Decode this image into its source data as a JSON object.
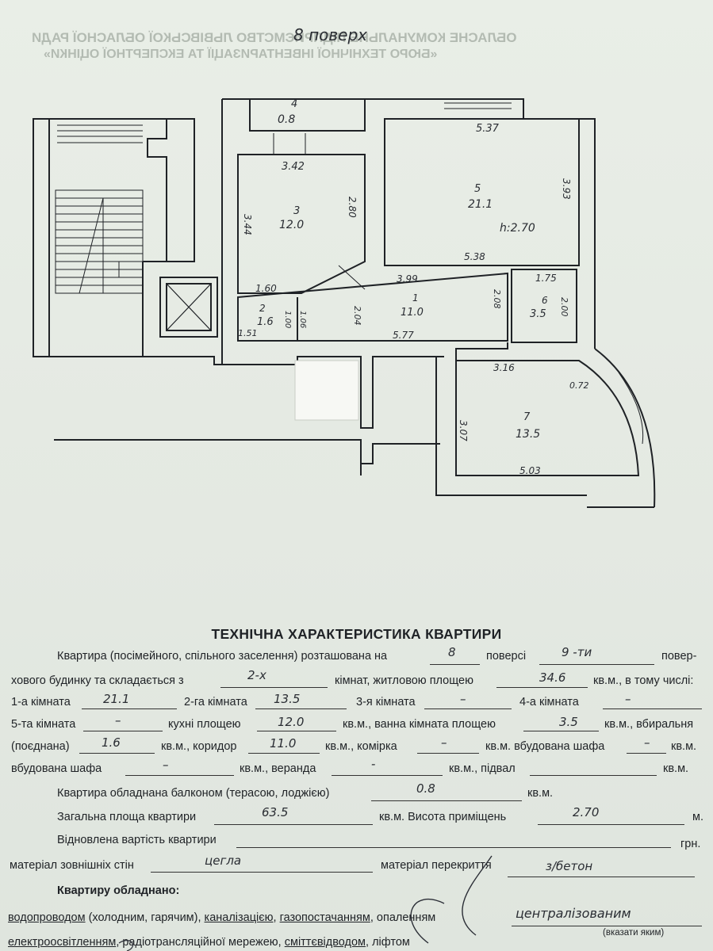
{
  "ghost": {
    "line1": "ОБЛАСНЕ КОМУНАЛЬНЕ ПІДПРИЄМСТВО ЛЬВІВСЬКОЇ ОБЛАСНОЇ РАДИ",
    "line2": "«БЮРО ТЕХНІЧНОЇ ІНВЕНТАРИЗАЦІЇ ТА ЕКСПЕРТНОЇ ОЦІНКИ»"
  },
  "plan": {
    "floor_heading": "8 поверх",
    "labels": {
      "r4num": "4",
      "r4a": "0.8",
      "d342": "3.42",
      "r3num": "3",
      "r3a": "12.0",
      "d344": "3.44",
      "d280": "2.80",
      "d160": "1.60",
      "d537": "5.37",
      "r5num": "5",
      "r5a": "21.1",
      "h270": "h:2.70",
      "d393": "3.93",
      "d538": "5.38",
      "d399": "3.99",
      "d175": "1.75",
      "r6num": "6",
      "r6a": "3.5",
      "d200": "2.00",
      "d208": "2.08",
      "r1num": "1",
      "r1a": "11.0",
      "d204": "2.04",
      "d577": "5.77",
      "r2num": "2",
      "r2a": "1.6",
      "d151": "1.51",
      "d100": "1.00",
      "d106": "1.06",
      "d316": "3.16",
      "d072": "0.72",
      "r7num": "7",
      "r7a": "13.5",
      "d307": "3.07",
      "d503": "5.03"
    }
  },
  "form": {
    "title": "ТЕХНІЧНА ХАРАКТЕРИСТИКА КВАРТИРИ",
    "row1_a": "Квартира (посімейного, спільного заселення) розташована на",
    "floor_value": "8",
    "row1_b": "поверсі",
    "storeys_value": "9 -ти",
    "row1_c": "повер-",
    "row2_a": "хового будинку та складається з",
    "rooms_value": "2-х",
    "row2_b": "кімнат, житловою площею",
    "living_area_value": "34.6",
    "row2_c": "кв.м., в тому числі:",
    "room1_label": "1-а кімната",
    "room1_value": "21.1",
    "room2_label": "2-га кімната",
    "room2_value": "13.5",
    "room3_label": "3-я кімната",
    "room3_value": "–",
    "room4_label": "4-а кімната",
    "room4_value": "–",
    "room5_label": "5-та кімната",
    "room5_value": "–",
    "kitchen_label": "кухні площею",
    "kitchen_value": "12.0",
    "bath_label": "кв.м., ванна кімната площею",
    "bath_value": "3.5",
    "toilet_label": "кв.м., вбиральня",
    "combined_label": "(поєднана)",
    "toilet_value": "1.6",
    "corridor_label": "кв.м., коридор",
    "corridor_value": "11.0",
    "storage_label": "кв.м., комірка",
    "storage_value": "–",
    "wardrobe_label": "кв.м. вбудована шафа",
    "wardrobe_value": "–",
    "unit_sqm": "кв.м.",
    "wardrobe2_label": "вбудована шафа",
    "wardrobe2_value": "–",
    "veranda_label": "кв.м., веранда",
    "veranda_value": "-",
    "basement_label": "кв.м., підвал",
    "balcony_label": "Квартира обладнана балконом (терасою, лоджією)",
    "balcony_value": "0.8",
    "total_label": "Загальна площа квартири",
    "total_value": "63.5",
    "height_label": "кв.м. Висота приміщень",
    "height_value": "2.70",
    "unit_m": "м.",
    "cost_label": "Відновлена вартість квартири",
    "unit_uah": "грн.",
    "walls_label": "матеріал зовнішніх стін",
    "walls_value": "цегла",
    "ceilings_label": "матеріал перекриття",
    "ceilings_value": "з/бетон",
    "equipped_heading": "Квартиру обладнано:",
    "util_water": "водопроводом",
    "util_water_detail": " (холодним, гарячим), ",
    "util_sewage": "каналізацією",
    "sep_comma": ", ",
    "util_gas": "газопостачанням",
    "util_heating": "опаленням",
    "heating_value": "централізованим",
    "specify_hint": "(вказати яким)",
    "util_electric": "електроосвітленням",
    "util_rest": ", радіотрансляційної мережею, ",
    "util_chute": "сміттєвідводом",
    "util_lift": "ліфтом"
  }
}
